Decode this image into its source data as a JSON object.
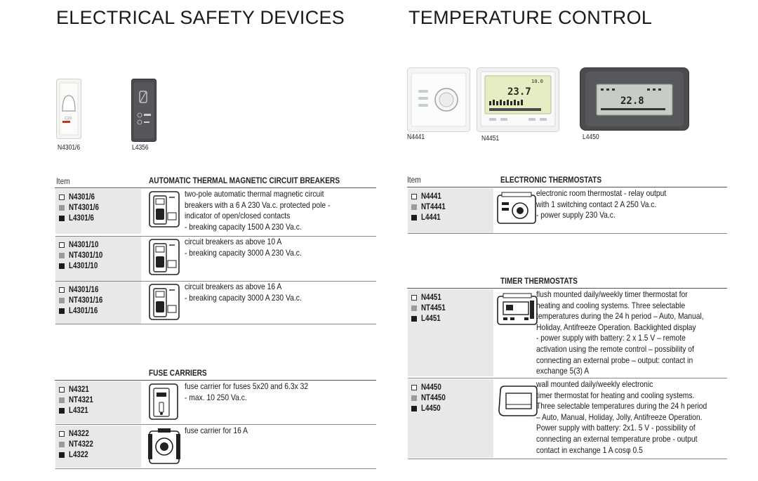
{
  "left": {
    "heading": "ELECTRICAL SAFETY DEVICES",
    "photos": [
      {
        "label": "N4301/6"
      },
      {
        "label": "L4356"
      }
    ],
    "item_header": "Item",
    "sections": [
      {
        "title": "AUTOMATIC THERMAL MAGNETIC CIRCUIT BREAKERS",
        "rows": [
          {
            "codes": [
              "N4301/6",
              "NT4301/6",
              "L4301/6"
            ],
            "desc": [
              "two-pole automatic thermal magnetic circuit",
              "breakers with a 6 A 230 Va.c. protected pole -",
              "indicator of open/closed contacts",
              "- breaking capacity 1500 A 230 Va.c."
            ]
          },
          {
            "codes": [
              "N4301/10",
              "NT4301/10",
              "L4301/10"
            ],
            "desc": [
              "circuit breakers as above 10 A",
              "- breaking capacity 3000 A  230 Va.c."
            ]
          },
          {
            "codes": [
              "N4301/16",
              "NT4301/16",
              "L4301/16"
            ],
            "desc": [
              "circuit breakers as above 16 A",
              "- breaking capacity 3000 A  230 Va.c."
            ]
          }
        ]
      },
      {
        "title": "FUSE CARRIERS",
        "rows": [
          {
            "codes": [
              "N4321",
              "NT4321",
              "L4321"
            ],
            "desc": [
              "fuse carrier for fuses 5x20 and 6.3x 32",
              "- max. 10  250 Va.c."
            ]
          },
          {
            "codes": [
              "N4322",
              "NT4322",
              "L4322"
            ],
            "desc": [
              "fuse carrier for 16 A"
            ]
          }
        ]
      }
    ]
  },
  "right": {
    "heading": "TEMPERATURE CONTROL",
    "photos": [
      {
        "label": "N4441"
      },
      {
        "label": "N4451",
        "display": "23.7",
        "display_small": "10.0"
      },
      {
        "label": "L4450",
        "display": "22.8"
      }
    ],
    "item_header": "Item",
    "sections": [
      {
        "title": "ELECTRONIC THERMOSTATS",
        "rows": [
          {
            "codes": [
              "N4441",
              "NT4441",
              "L4441"
            ],
            "desc": [
              "electronic room thermostat - relay output",
              "with 1 switching contact 2 A 250 Va.c.",
              "- power supply 230 Va.c."
            ]
          }
        ]
      },
      {
        "title": "TIMER THERMOSTATS",
        "rows": [
          {
            "codes": [
              "N4451",
              "NT4451",
              "L4451"
            ],
            "desc": [
              "flush mounted daily/weekly timer thermostat for",
              "heating and cooling systems. Three selectable",
              "temperatures during the 24 h period – Auto, Manual,",
              "Holiday, Antifreeze Operation. Backlighted display",
              "- power supply with battery: 2 x 1.5 V – remote",
              "activation using the remote control – possibility of",
              "connecting an external probe – output: contact in",
              "exchange 5(3) A"
            ]
          },
          {
            "codes": [
              "N4450",
              "NT4450",
              "L4450"
            ],
            "desc": [
              "wall mounted daily/weekly electronic",
              "timer thermostat for heating and cooling systems.",
              "Three selectable temperatures during the 24 h period",
              "– Auto, Manual, Holiday, Jolly, Antifreeze Operation.",
              "Power supply with battery: 2x1. 5 V - possibility of",
              "connecting an external temperature probe - output",
              "contact in exchange 1 A cosφ 0.5"
            ]
          }
        ]
      }
    ]
  }
}
